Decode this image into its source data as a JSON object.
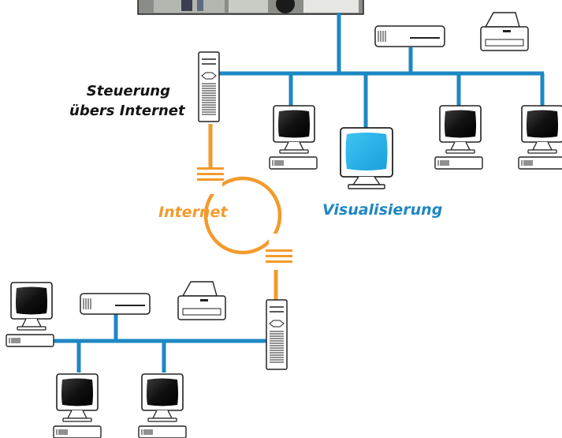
{
  "labels": {
    "steuerung_line1": "Steuerung",
    "steuerung_line2": "übers Internet",
    "internet": "Internet",
    "visualisierung": "Visualisierung"
  },
  "colors": {
    "network_cable": "#1e87c3",
    "internet_link": "#f39a2c",
    "screen_highlight": "#20aee6",
    "text_dark": "#141414"
  },
  "icons": {
    "device_types": [
      "monitor-icon",
      "desktop-unit-icon",
      "printer-icon",
      "server-tower-icon",
      "network-box-icon",
      "camera-photo"
    ]
  }
}
